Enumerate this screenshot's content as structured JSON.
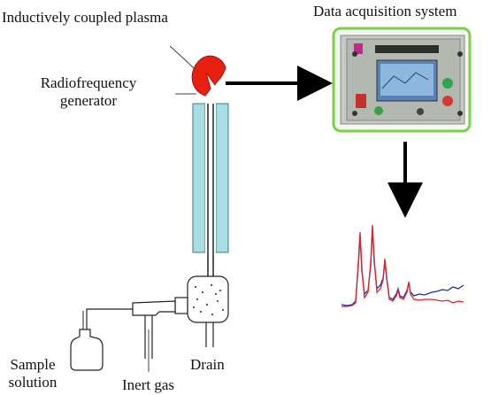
{
  "labels": {
    "icp": "Inductively coupled plasma",
    "rf": "Radiofrequency generator",
    "das": "Data acquisition system",
    "sample": "Sample solution",
    "inert": "Inert gas",
    "drain": "Drain"
  },
  "colors": {
    "plasma": "#e8200f",
    "torch": "#a8dde3",
    "instrument_frame": "#7ad24b",
    "spectrum_red": "#e02525",
    "spectrum_blue": "#1a2ea8"
  }
}
